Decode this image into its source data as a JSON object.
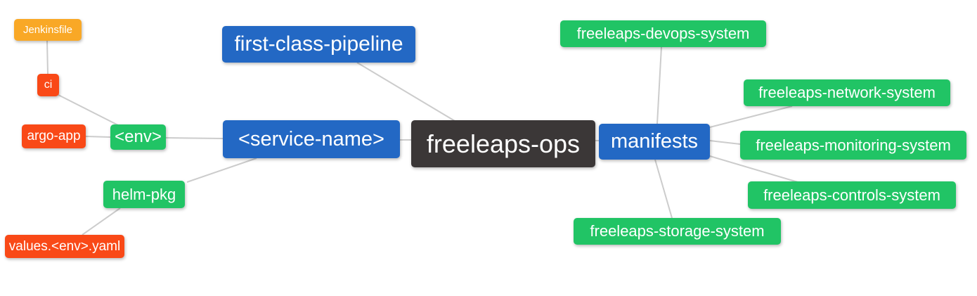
{
  "colors": {
    "background": "#FFFFFF",
    "edge": "#CCCCCC",
    "text": "#FFFFFF",
    "blue": "#2368C4",
    "green": "#21C465",
    "red": "#F94917",
    "orange": "#F9A826",
    "dark": "#3B3737"
  },
  "nodes": {
    "jenkinsfile": {
      "label": "Jenkinsfile",
      "color": "#F9A826"
    },
    "ci": {
      "label": "ci",
      "color": "#F94917"
    },
    "argo_app": {
      "label": "argo-app",
      "color": "#F94917"
    },
    "env": {
      "label": "<env>",
      "color": "#21C465"
    },
    "helm_pkg": {
      "label": "helm-pkg",
      "color": "#21C465"
    },
    "values_env_yaml": {
      "label": "values.<env>.yaml",
      "color": "#F94917"
    },
    "first_class_pipeline": {
      "label": "first-class-pipeline",
      "color": "#2368C4"
    },
    "service_name": {
      "label": "<service-name>",
      "color": "#2368C4"
    },
    "freeleaps_ops": {
      "label": "freeleaps-ops",
      "color": "#3B3737"
    },
    "manifests": {
      "label": "manifests",
      "color": "#2368C4"
    },
    "devops_system": {
      "label": "freeleaps-devops-system",
      "color": "#21C465"
    },
    "network_system": {
      "label": "freeleaps-network-system",
      "color": "#21C465"
    },
    "monitoring_system": {
      "label": "freeleaps-monitoring-system",
      "color": "#21C465"
    },
    "controls_system": {
      "label": "freeleaps-controls-system",
      "color": "#21C465"
    },
    "storage_system": {
      "label": "freeleaps-storage-system",
      "color": "#21C465"
    }
  },
  "edges": [
    {
      "from": "jenkinsfile",
      "to": "ci"
    },
    {
      "from": "ci",
      "to": "env"
    },
    {
      "from": "argo_app",
      "to": "env"
    },
    {
      "from": "env",
      "to": "service_name"
    },
    {
      "from": "helm_pkg",
      "to": "service_name"
    },
    {
      "from": "values_env_yaml",
      "to": "helm_pkg"
    },
    {
      "from": "first_class_pipeline",
      "to": "freeleaps_ops"
    },
    {
      "from": "service_name",
      "to": "freeleaps_ops"
    },
    {
      "from": "freeleaps_ops",
      "to": "manifests"
    },
    {
      "from": "manifests",
      "to": "devops_system"
    },
    {
      "from": "manifests",
      "to": "network_system"
    },
    {
      "from": "manifests",
      "to": "monitoring_system"
    },
    {
      "from": "manifests",
      "to": "controls_system"
    },
    {
      "from": "manifests",
      "to": "storage_system"
    }
  ]
}
